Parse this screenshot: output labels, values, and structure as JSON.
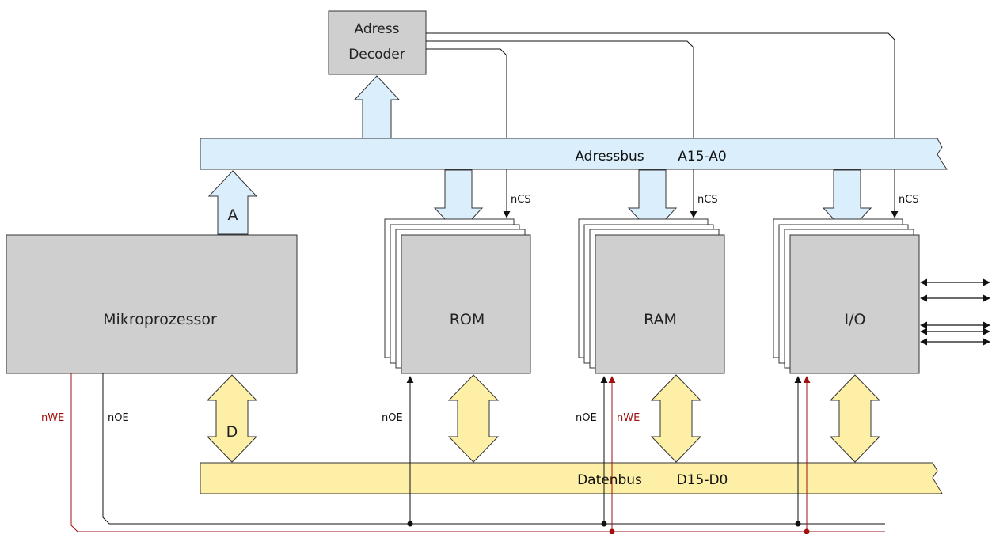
{
  "blocks": {
    "decoder_line1": "Adress",
    "decoder_line2": "Decoder",
    "cpu": "Mikroprozessor",
    "rom": "ROM",
    "ram": "RAM",
    "io": "I/O"
  },
  "buses": {
    "address_name": "Adressbus",
    "address_range": "A15-A0",
    "data_name": "Datenbus",
    "data_range": "D15-D0",
    "cpu_address_arrow": "A",
    "cpu_data_arrow": "D"
  },
  "signals": {
    "chip_select": "nCS",
    "output_enable": "nOE",
    "write_enable": "nWE"
  },
  "colors": {
    "address_bus_fill": "#dbeefb",
    "data_bus_fill": "#fdf0a6",
    "block_fill": "#cfcfcf",
    "write_enable_line": "#a01010",
    "control_line": "#111111"
  }
}
